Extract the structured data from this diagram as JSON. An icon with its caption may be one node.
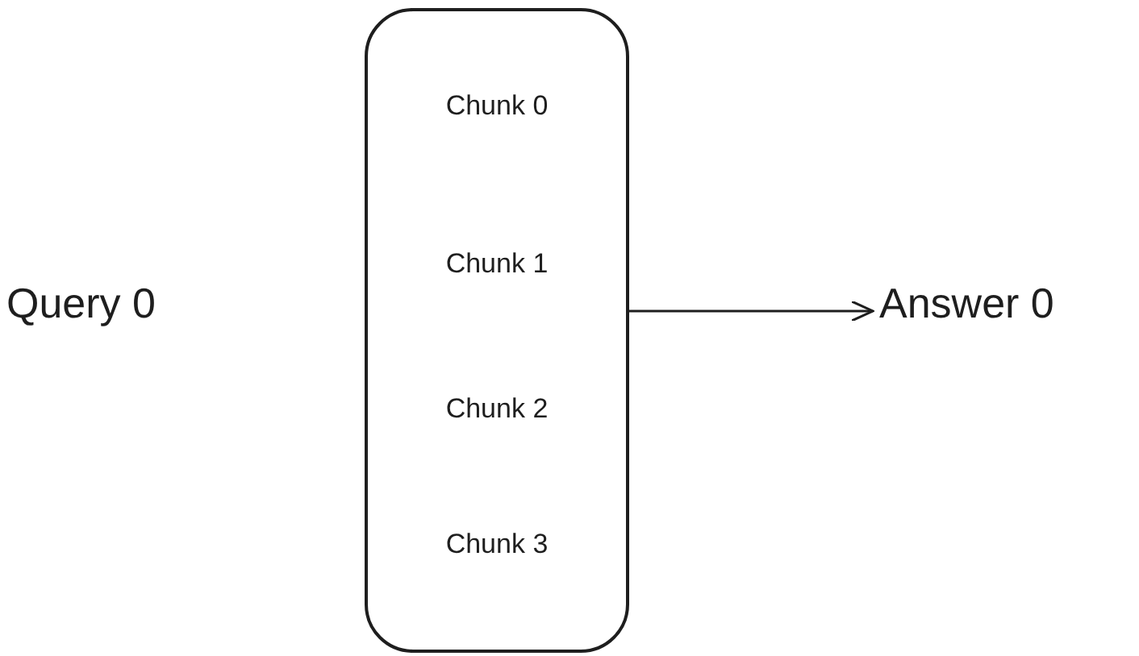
{
  "diagram": {
    "nodes": [
      {
        "text": [
          "Query 0"
        ]
      },
      {
        "text": [
          "Chunk 0",
          "Chunk 1",
          "Chunk 2",
          "Chunk 3"
        ]
      },
      {
        "text": [
          "Answer 0"
        ]
      }
    ],
    "edges": [
      {
        "from": 1,
        "to": 2,
        "arrow": "to"
      }
    ]
  }
}
